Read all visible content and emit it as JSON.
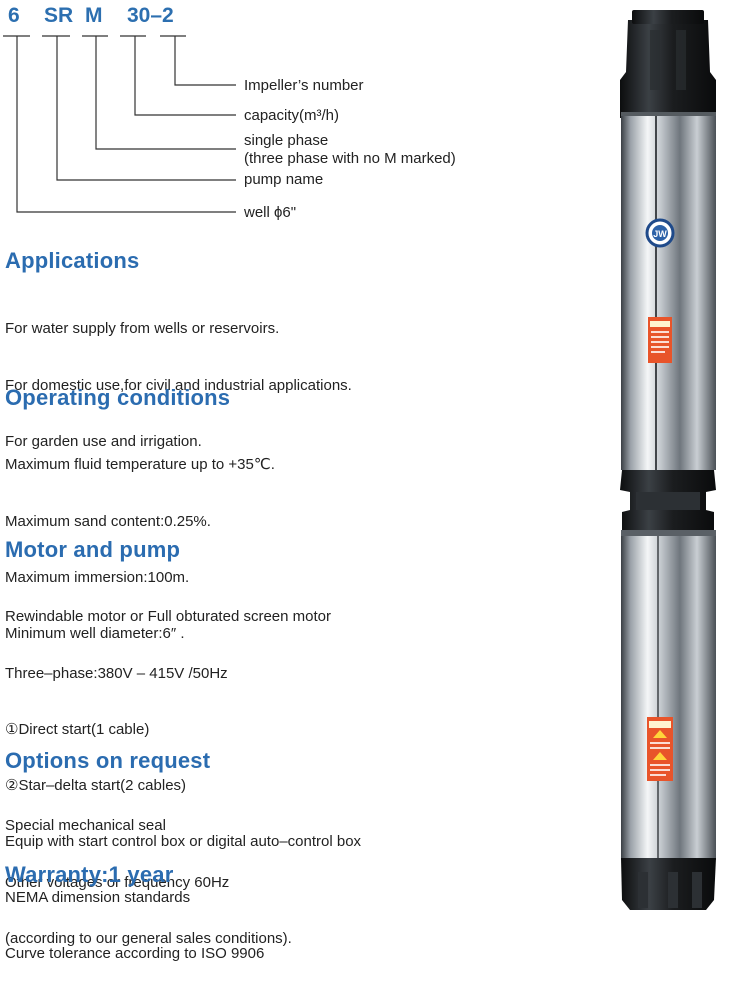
{
  "model_code": {
    "well": "6",
    "pump_name": "SR",
    "phase": "M",
    "capacity_impellers": "30–2"
  },
  "legend": {
    "impeller": "Impeller’s number",
    "capacity": "capacity(m³/h)",
    "phase_1": "single phase",
    "phase_2": "(three phase with no M marked)",
    "pump_name": "pump name",
    "well": "well ϕ6\""
  },
  "sections": {
    "applications": {
      "title": "Applications",
      "lines": [
        "For water supply from wells or reservoirs.",
        "For domestic use,for civil and industrial applications.",
        "For garden use and irrigation."
      ]
    },
    "operating": {
      "title": "Operating conditions",
      "lines": [
        "Maximum fluid temperature up to +35℃.",
        "Maximum sand content:0.25%.",
        "Maximum immersion:100m.",
        "Minimum well diameter:6″ ."
      ]
    },
    "motor": {
      "title": "Motor and pump",
      "lines": [
        "Rewindable motor or Full obturated screen motor",
        "Three–phase:380V – 415V /50Hz",
        "①Direct start(1 cable)",
        "②Star–delta start(2 cables)",
        "Equip with start control box or digital auto–control box",
        "NEMA dimension standards",
        "Curve tolerance according to ISO 9906"
      ]
    },
    "options": {
      "title": "Options on request",
      "lines": [
        "Special mechanical seal",
        "Other voltages or frequency 60Hz"
      ]
    },
    "warranty": {
      "title": "Warranty:1 year",
      "lines": [
        "(according to our general sales conditions)."
      ]
    }
  },
  "product_logo_text": "JW",
  "colors": {
    "heading": "#2b6cb0",
    "code": "#2c6fb0",
    "steel": "#c9ced3",
    "black_part": "#1b1d1f",
    "warning_label": "#e8542a"
  }
}
